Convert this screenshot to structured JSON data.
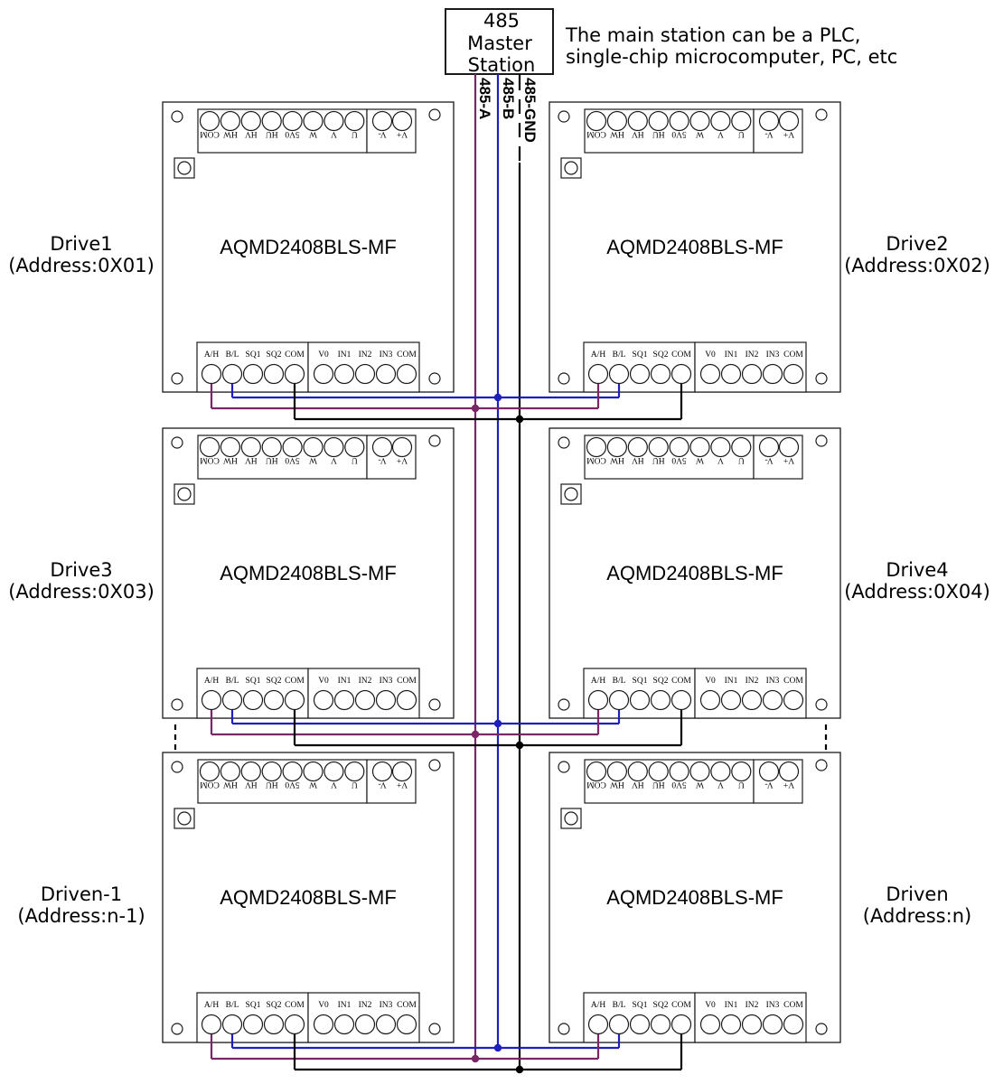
{
  "master": {
    "lines": [
      "485",
      "Master",
      "Station"
    ],
    "note_lines": [
      "The main station can be a PLC,",
      "single-chip microcomputer, PC, etc"
    ]
  },
  "bus_labels": {
    "a": "485-A",
    "b": "485-B",
    "gnd": "485-GND"
  },
  "colors": {
    "a": "#7b2666",
    "b": "#1f1fbf",
    "gnd": "#000000",
    "outline": "#1a1a1a"
  },
  "drives": [
    {
      "id": "drive1",
      "model": "AQMD2408BLS-MF",
      "name": "Drive1",
      "address": "(Address:0X01)"
    },
    {
      "id": "drive2",
      "model": "AQMD2408BLS-MF",
      "name": "Drive2",
      "address": "(Address:0X02)"
    },
    {
      "id": "drive3",
      "model": "AQMD2408BLS-MF",
      "name": "Drive3",
      "address": "(Address:0X03)"
    },
    {
      "id": "drive4",
      "model": "AQMD2408BLS-MF",
      "name": "Drive4",
      "address": "(Address:0X04)"
    },
    {
      "id": "driven-1",
      "model": "AQMD2408BLS-MF",
      "name": "Driven-1",
      "address": "(Address:n-1)"
    },
    {
      "id": "driven",
      "model": "AQMD2408BLS-MF",
      "name": "Driven",
      "address": "(Address:n)"
    }
  ],
  "top_terminals": [
    "COM",
    "HW",
    "HV",
    "HU",
    "5V0",
    "W",
    "V",
    "U"
  ],
  "power_terminals": [
    "V-",
    "V+"
  ],
  "bottom_terminals_left": [
    "A/H",
    "B/L",
    "SQ1",
    "SQ2",
    "COM"
  ],
  "bottom_terminals_right": [
    "V0",
    "IN1",
    "IN2",
    "IN3",
    "COM"
  ]
}
